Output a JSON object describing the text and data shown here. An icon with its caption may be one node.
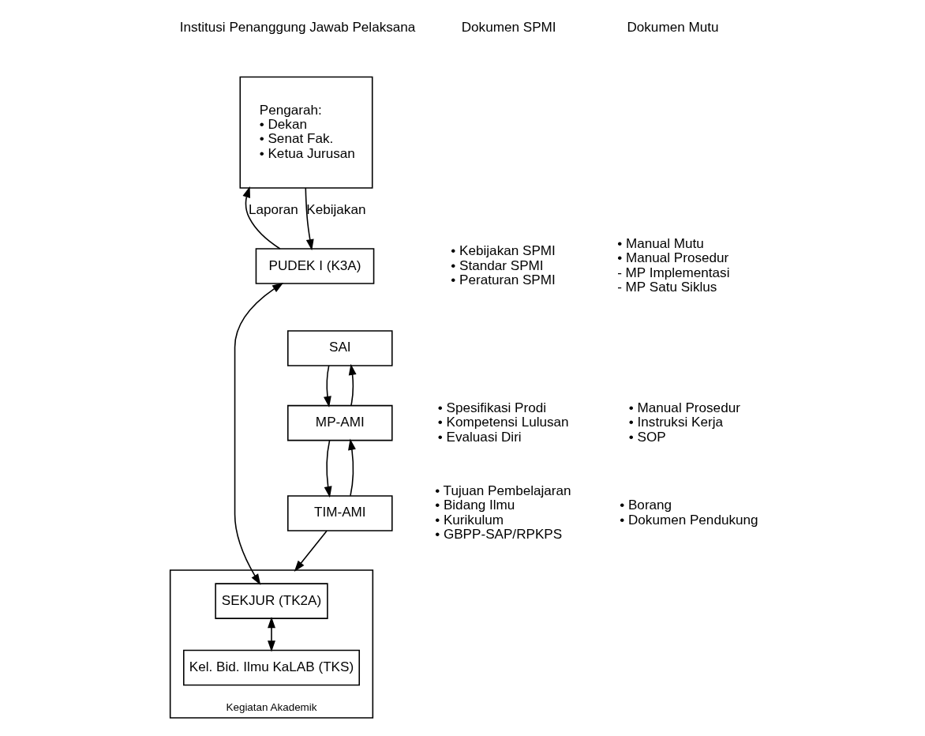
{
  "diagram": {
    "nodes": [
      {
        "text": [
          "Pengarah:",
          "• Dekan",
          "• Senat Fak.",
          "• Ketua Jurusan"
        ]
      },
      {
        "text": [
          "PUDEK I (K3A)"
        ]
      },
      {
        "text": [
          "SAI"
        ]
      },
      {
        "text": [
          "MP-AMI"
        ]
      },
      {
        "text": [
          "TIM-AMI"
        ]
      },
      {
        "text": [
          "Kegiatan Akademik"
        ]
      },
      {
        "text": [
          "SEKJUR (TK2A)"
        ],
        "in": 5
      },
      {
        "text": [
          "Kel. Bid. Ilmu KaLAB (TKS)"
        ],
        "in": 5
      }
    ],
    "edges": [
      {
        "from": 0,
        "to": 1,
        "arrow": "to",
        "label": "Kebijakan"
      },
      {
        "from": 1,
        "to": 0,
        "arrow": "to",
        "label": "Laporan"
      },
      {
        "from": 1,
        "to": 6,
        "arrow": "both"
      },
      {
        "from": 6,
        "to": 7,
        "arrow": "both"
      },
      {
        "from": 2,
        "to": 3,
        "arrow": "to"
      },
      {
        "from": 3,
        "to": 2,
        "arrow": "to"
      },
      {
        "from": 3,
        "to": 4,
        "arrow": "to"
      },
      {
        "from": 4,
        "to": 3,
        "arrow": "to"
      },
      {
        "from": 4,
        "to": 5,
        "arrow": "to"
      }
    ],
    "labels": [
      "Institusi Penanggung Jawab Pelaksana",
      "Dokumen SPMI",
      "Dokumen Mutu",
      "• Kebijakan SPMI",
      "• Standar SPMI",
      "• Peraturan SPMI",
      "• Manual Mutu",
      "• Manual Prosedur",
      "- MP Implementasi",
      "- MP Satu Siklus",
      "• Spesifikasi Prodi",
      "• Kompetensi Lulusan",
      "• Evaluasi Diri",
      "• Manual Prosedur",
      "• Instruksi Kerja",
      "• SOP",
      "• Tujuan Pembelajaran",
      "• Bidang Ilmu",
      "• Kurikulum",
      "• GBPP-SAP/RPKPS",
      "• Borang",
      "• Dokumen Pendukung"
    ]
  }
}
